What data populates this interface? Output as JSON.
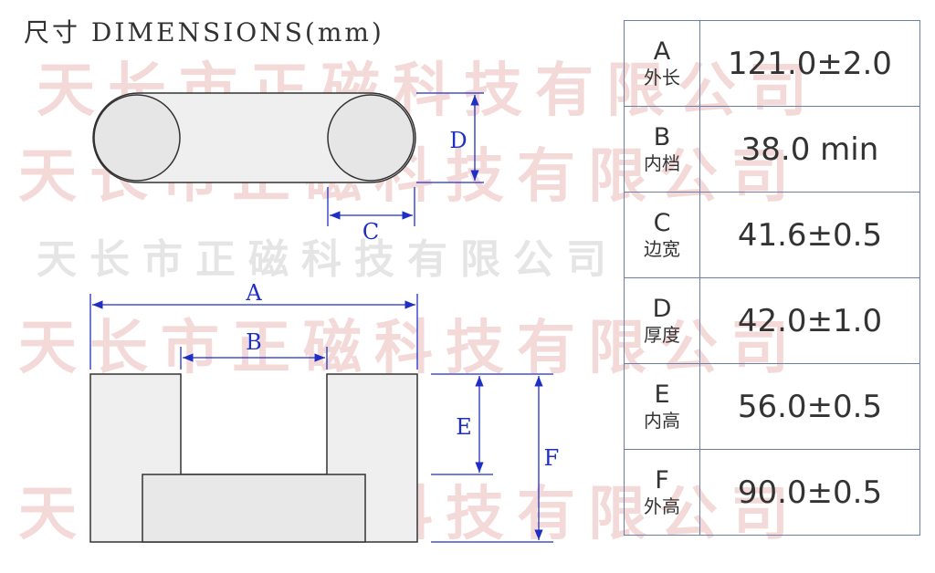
{
  "title": "尺寸 DIMENSIONS(mm)",
  "watermark_text": "天长市正磁科技有限公司",
  "labels": {
    "A": "A",
    "B": "B",
    "C": "C",
    "D": "D",
    "E": "E",
    "F": "F"
  },
  "dimensions": [
    {
      "key": "A",
      "name": "外长",
      "value": "121.0±2.0"
    },
    {
      "key": "B",
      "name": "内档",
      "value": "38.0 min"
    },
    {
      "key": "C",
      "name": "边宽",
      "value": "41.6±0.5"
    },
    {
      "key": "D",
      "name": "厚度",
      "value": "42.0±1.0"
    },
    {
      "key": "E",
      "name": "内高",
      "value": "56.0±0.5"
    },
    {
      "key": "F",
      "name": "外高",
      "value": "90.0±0.5"
    }
  ],
  "colors": {
    "dimension_line": "#1f2fc4",
    "outline": "#333333",
    "fill": "#efefef",
    "table_border": "#6b7fa6",
    "watermark": "#d67878"
  }
}
